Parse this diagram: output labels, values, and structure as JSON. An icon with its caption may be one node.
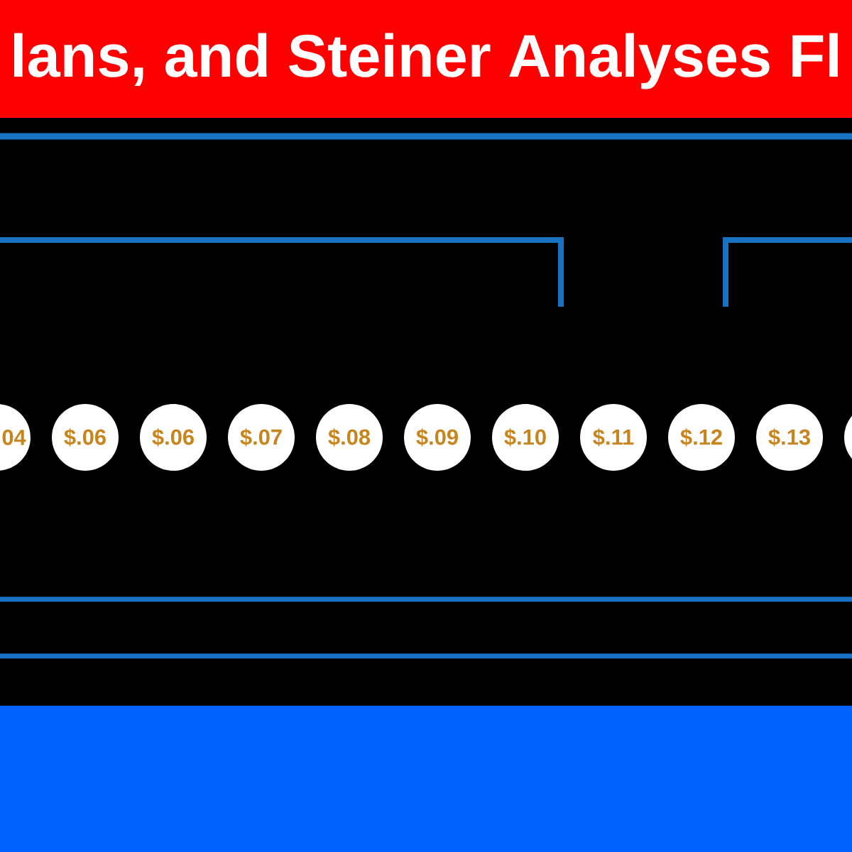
{
  "diagram": {
    "title": "lans, and Steiner Analyses Fl",
    "nodes": [
      {
        "text": [
          "04"
        ]
      },
      {
        "text": [
          "$.06"
        ]
      },
      {
        "text": [
          "$.06"
        ]
      },
      {
        "text": [
          "$.07"
        ]
      },
      {
        "text": [
          "$.08"
        ]
      },
      {
        "text": [
          "$.09"
        ]
      },
      {
        "text": [
          "$.10"
        ]
      },
      {
        "text": [
          "$.11"
        ]
      },
      {
        "text": [
          "$.12"
        ]
      },
      {
        "text": [
          "$.13"
        ]
      },
      {
        "text": [],
        "shape": "circle"
      }
    ]
  }
}
